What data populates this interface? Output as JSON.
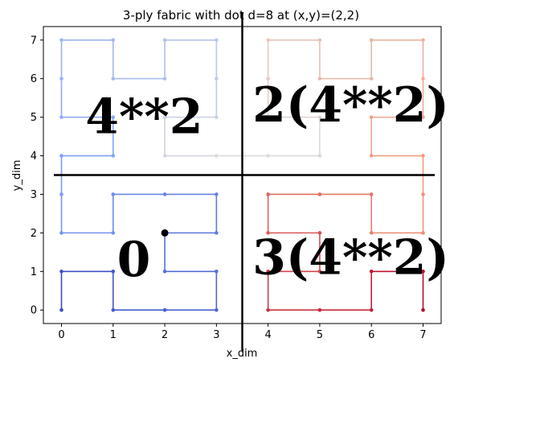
{
  "chart_data": {
    "type": "line",
    "title": "3-ply fabric with dot d=8 at (x,y)=(2,2)",
    "xlabel": "x_dim",
    "ylabel": "y_dim",
    "xlim": [
      -0.35,
      7.35
    ],
    "ylim": [
      -0.35,
      7.35
    ],
    "xticks": [
      0,
      1,
      2,
      3,
      4,
      5,
      6,
      7
    ],
    "yticks": [
      0,
      1,
      2,
      3,
      4,
      5,
      6,
      7
    ],
    "grid": false,
    "path": [
      [
        0,
        0
      ],
      [
        0,
        1
      ],
      [
        1,
        1
      ],
      [
        1,
        0
      ],
      [
        2,
        0
      ],
      [
        3,
        0
      ],
      [
        3,
        1
      ],
      [
        2,
        1
      ],
      [
        2,
        2
      ],
      [
        3,
        2
      ],
      [
        3,
        3
      ],
      [
        2,
        3
      ],
      [
        1,
        3
      ],
      [
        1,
        2
      ],
      [
        0,
        2
      ],
      [
        0,
        3
      ],
      [
        0,
        4
      ],
      [
        1,
        4
      ],
      [
        1,
        5
      ],
      [
        0,
        5
      ],
      [
        0,
        6
      ],
      [
        0,
        7
      ],
      [
        1,
        7
      ],
      [
        1,
        6
      ],
      [
        2,
        6
      ],
      [
        2,
        7
      ],
      [
        3,
        7
      ],
      [
        3,
        6
      ],
      [
        3,
        5
      ],
      [
        2,
        5
      ],
      [
        2,
        4
      ],
      [
        3,
        4
      ],
      [
        4,
        4
      ],
      [
        5,
        4
      ],
      [
        5,
        5
      ],
      [
        4,
        5
      ],
      [
        4,
        6
      ],
      [
        4,
        7
      ],
      [
        5,
        7
      ],
      [
        5,
        6
      ],
      [
        6,
        6
      ],
      [
        6,
        7
      ],
      [
        7,
        7
      ],
      [
        7,
        6
      ],
      [
        7,
        5
      ],
      [
        6,
        5
      ],
      [
        6,
        4
      ],
      [
        7,
        4
      ],
      [
        7,
        3
      ],
      [
        7,
        2
      ],
      [
        6,
        2
      ],
      [
        6,
        3
      ],
      [
        5,
        3
      ],
      [
        4,
        3
      ],
      [
        4,
        2
      ],
      [
        5,
        2
      ],
      [
        5,
        1
      ],
      [
        4,
        1
      ],
      [
        4,
        0
      ],
      [
        5,
        0
      ],
      [
        6,
        0
      ],
      [
        6,
        1
      ],
      [
        7,
        1
      ],
      [
        7,
        0
      ]
    ],
    "colormap": "coolwarm",
    "dot": {
      "x": 2,
      "y": 2,
      "color": "#000000"
    },
    "divider_lines": [
      {
        "orientation": "vertical",
        "x": 3.5
      },
      {
        "orientation": "horizontal",
        "y": 3.5
      }
    ],
    "annotations": [
      {
        "text": "4**2",
        "x": 1.6,
        "y": 5.0
      },
      {
        "text": "2(4**2)",
        "x": 5.6,
        "y": 5.3
      },
      {
        "text": "0",
        "x": 1.4,
        "y": 1.3
      },
      {
        "text": "3(4**2)",
        "x": 5.6,
        "y": 1.35
      }
    ]
  }
}
